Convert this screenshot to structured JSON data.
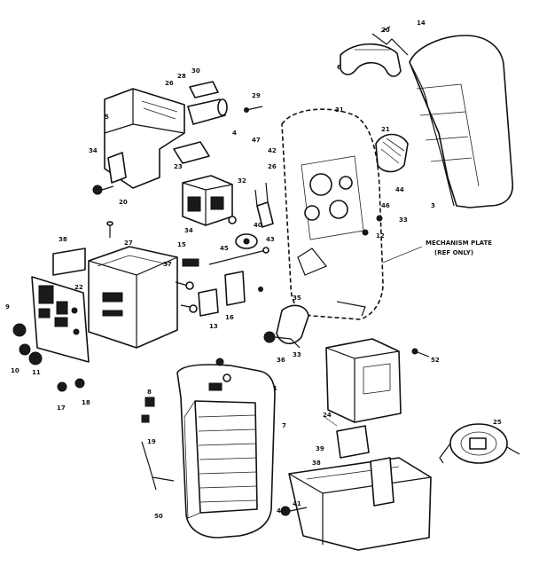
{
  "diagram": {
    "note_line1": "MECHANISM PLATE",
    "note_line2": "(REF ONLY)",
    "callouts": [
      {
        "id": "c-14-top",
        "text": "14"
      },
      {
        "id": "c-20",
        "text": "20"
      },
      {
        "id": "c-6",
        "text": "6"
      },
      {
        "id": "c-3-right",
        "text": "3"
      },
      {
        "id": "c-30",
        "text": "30"
      },
      {
        "id": "c-26",
        "text": "26"
      },
      {
        "id": "c-5",
        "text": "5"
      },
      {
        "id": "c-4",
        "text": "4"
      },
      {
        "id": "c-28a",
        "text": "28"
      },
      {
        "id": "c-29a",
        "text": "29"
      },
      {
        "id": "c-23",
        "text": "23"
      },
      {
        "id": "c-34",
        "text": "34"
      },
      {
        "id": "c-20b",
        "text": "20"
      },
      {
        "id": "c-47",
        "text": "47"
      },
      {
        "id": "c-42",
        "text": "42"
      },
      {
        "id": "c-26b",
        "text": "26"
      },
      {
        "id": "c-31",
        "text": "31"
      },
      {
        "id": "c-21",
        "text": "21"
      },
      {
        "id": "c-44",
        "text": "44"
      },
      {
        "id": "c-46",
        "text": "46"
      },
      {
        "id": "c-12",
        "text": "12"
      },
      {
        "id": "c-33",
        "text": "33"
      },
      {
        "id": "c-32",
        "text": "32"
      },
      {
        "id": "c-34b",
        "text": "34"
      },
      {
        "id": "c-38",
        "text": "38"
      },
      {
        "id": "c-27",
        "text": "27"
      },
      {
        "id": "c-15",
        "text": "15"
      },
      {
        "id": "c-37",
        "text": "37"
      },
      {
        "id": "c-45",
        "text": "45"
      },
      {
        "id": "c-40",
        "text": "40"
      },
      {
        "id": "c-43",
        "text": "43"
      },
      {
        "id": "c-22",
        "text": "22"
      },
      {
        "id": "c-9",
        "text": "9"
      },
      {
        "id": "c-10",
        "text": "10"
      },
      {
        "id": "c-11",
        "text": "11"
      },
      {
        "id": "c-13",
        "text": "13"
      },
      {
        "id": "c-16",
        "text": "16"
      },
      {
        "id": "c-35",
        "text": "35"
      },
      {
        "id": "c-36",
        "text": "36"
      },
      {
        "id": "c-33b",
        "text": "33"
      },
      {
        "id": "c-17",
        "text": "17"
      },
      {
        "id": "c-18",
        "text": "18"
      },
      {
        "id": "c-8",
        "text": "8"
      },
      {
        "id": "c-1",
        "text": "1"
      },
      {
        "id": "c-7",
        "text": "7"
      },
      {
        "id": "c-52",
        "text": "52"
      },
      {
        "id": "c-24",
        "text": "24"
      },
      {
        "id": "c-25",
        "text": "25"
      },
      {
        "id": "c-39",
        "text": "39"
      },
      {
        "id": "c-38b",
        "text": "38"
      },
      {
        "id": "c-48",
        "text": "48"
      },
      {
        "id": "c-41",
        "text": "41"
      },
      {
        "id": "c-19",
        "text": "19"
      },
      {
        "id": "c-50",
        "text": "50"
      }
    ]
  }
}
